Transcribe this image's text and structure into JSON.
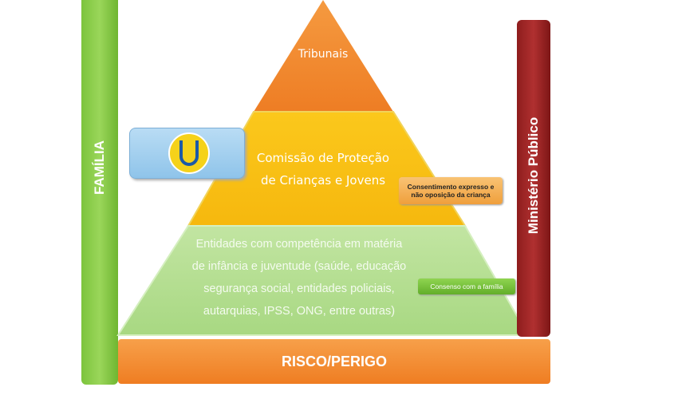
{
  "side_labels": {
    "left": "FAMÍLIA",
    "right": "Ministério Público",
    "bottom": "RISCO/PERIGO"
  },
  "pyramid": {
    "top": "Tribunais",
    "middle": [
      "Comissão de Proteção",
      "de Crianças e Jovens"
    ],
    "bottom": [
      "Entidades com competência em matéria",
      "de infância e juventude (saúde, educação",
      "segurança social, entidades policiais,",
      "autarquias, IPSS, ONG, entre outras)"
    ]
  },
  "callouts": {
    "consent": [
      "Consentimento expresso e",
      "não oposição da criança"
    ],
    "consenso": "Consenso com a família"
  },
  "colors": {
    "top": "#f08a30",
    "middle": "#f8c21a",
    "bottom": "#b6df92",
    "familia": "#7cc43c",
    "ministerio": "#a02828",
    "risco": "#f08a30"
  }
}
